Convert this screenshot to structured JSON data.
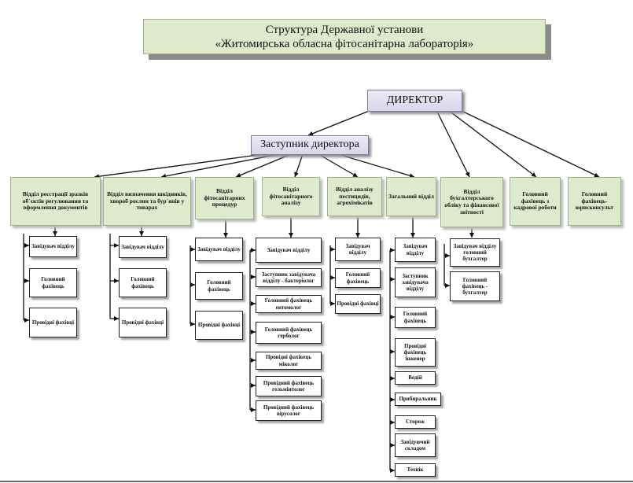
{
  "title": {
    "line1": "Структура Державної установи",
    "line2": "«Житомирська обласна фітосанітарна лабораторія»"
  },
  "director": "ДИРЕКТОР",
  "deputy": "Заступник директора",
  "units": [
    "Відділ реєстрації зразків об`єктів регулювання та оформлення документів",
    "Відділ визначення шкідників, хвороб рослин та бур`янів у товарах",
    "Відділ фітосанітарних процедур",
    "Відділ фітосанітарного аналізу",
    "Відділ аналізу пестицидів, агрохімікатів",
    "Загальний відділ",
    "Відділ бухгалтерського обліку та фінансової звітності",
    "Головний фахівець з кадрової роботи",
    "Головний фахівець-юрисконсульт"
  ],
  "staff": {
    "unit1": [
      "Завідувач відділу",
      "Головний фахівець",
      "Провідні фахівці"
    ],
    "unit2": [
      "Завідувач відділу",
      "Головний фахівець",
      "Провідні фахівці"
    ],
    "unit3": [
      "Завідувач відділу",
      "Головний фахівець",
      "Провідні фахівці"
    ],
    "unit4": [
      "Завідувач відділу",
      "Заступник завідувача відділу - бактеріолог",
      "Головний фахівець ентомолог",
      "Головний фахівець герболог",
      "Провідні фахівець міколог",
      "Провідний фахівець гельмінтолог",
      "Провідний фахівець вірусолог"
    ],
    "unit5": [
      "Завідувач відділу",
      "Головний фахівець",
      "Провідні фахівці"
    ],
    "unit6": [
      "Завідувач відділу",
      "Заступник завідувача відділу",
      "Головний фахівець",
      "Провідні фахівець інженер",
      "Водій",
      "Прибиральник",
      "Сторож",
      "Завідуючий складом",
      "Технік"
    ],
    "unit7": [
      "Завідувач відділу головний бухгалтер",
      "Головний фахівець - бухгалтер"
    ]
  }
}
